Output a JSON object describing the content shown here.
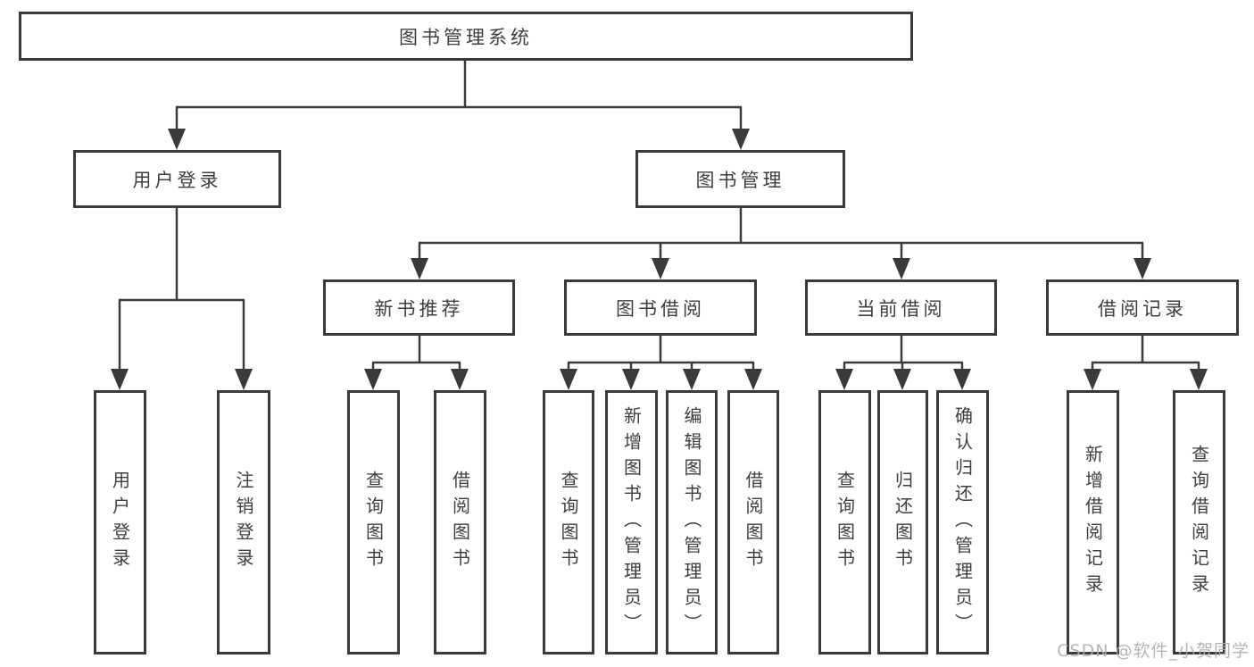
{
  "diagram": {
    "root": {
      "label": "图书管理系统"
    },
    "branches": {
      "user_login": {
        "label": "用户登录",
        "children": [
          {
            "label": "用户登录"
          },
          {
            "label": "注销登录"
          }
        ]
      },
      "book_management": {
        "label": "图书管理",
        "children": [
          {
            "label": "新书推荐",
            "children": [
              {
                "label": "查询图书"
              },
              {
                "label": "借阅图书"
              }
            ]
          },
          {
            "label": "图书借阅",
            "children": [
              {
                "label": "查询图书"
              },
              {
                "label": "新增图书（管理员）"
              },
              {
                "label": "编辑图书（管理员）"
              },
              {
                "label": "借阅图书"
              }
            ]
          },
          {
            "label": "当前借阅",
            "children": [
              {
                "label": "查询图书"
              },
              {
                "label": "归还图书"
              },
              {
                "label": "确认归还（管理员）"
              }
            ]
          },
          {
            "label": "借阅记录",
            "children": [
              {
                "label": "新增借阅记录"
              },
              {
                "label": "查询借阅记录"
              }
            ]
          }
        ]
      }
    }
  },
  "watermark": {
    "text": "CSDN @软件_小贺同学"
  },
  "colors": {
    "background": "#ffffff",
    "line": "#3a3a3a",
    "text": "#3e3e3e",
    "watermark": "#adadad"
  }
}
